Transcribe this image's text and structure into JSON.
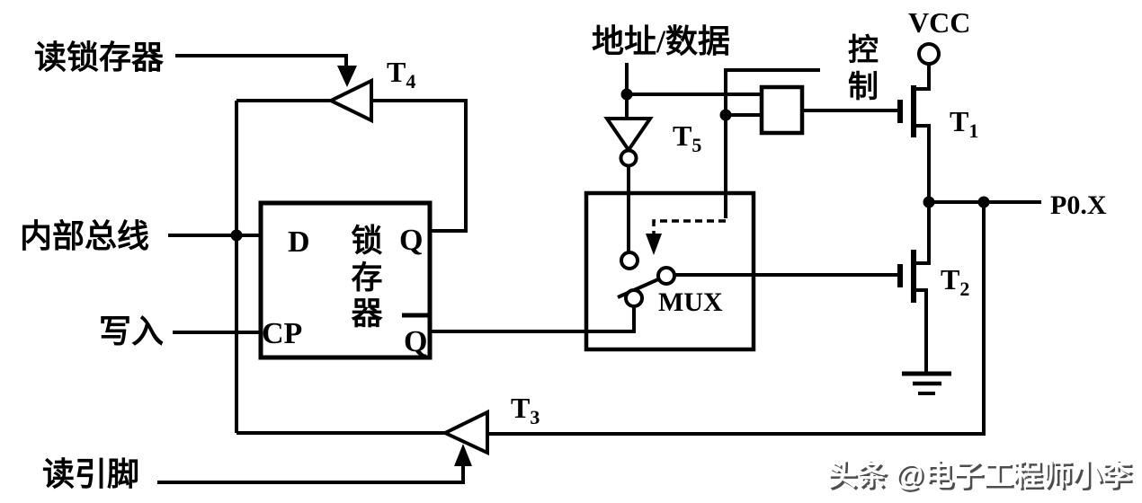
{
  "labels": {
    "read_latch": "读锁存器",
    "internal_bus": "内部总线",
    "write": "写入",
    "read_pin": "读引脚",
    "address_data": "地址/数据",
    "control": {
      "line1": "控",
      "line2": "制"
    },
    "vcc": "VCC",
    "p0x": "P0.X",
    "mux": "MUX"
  },
  "latch": {
    "d": "D",
    "cp": "CP",
    "q": "Q",
    "q_bar": "Q",
    "name": {
      "char1": "锁",
      "char2": "存",
      "char3": "器"
    }
  },
  "transistors": {
    "t1": {
      "prefix": "T",
      "sub": "1"
    },
    "t2": {
      "prefix": "T",
      "sub": "2"
    },
    "t3": {
      "prefix": "T",
      "sub": "3"
    },
    "t4": {
      "prefix": "T",
      "sub": "4"
    },
    "t5": {
      "prefix": "T",
      "sub": "5"
    }
  },
  "watermark": {
    "text": "头条 @电子工程师小李"
  },
  "colors": {
    "line": "#000000",
    "background": "#ffffff",
    "watermark_fill": "#ffffff",
    "watermark_shadow": "#4d4d4d"
  }
}
